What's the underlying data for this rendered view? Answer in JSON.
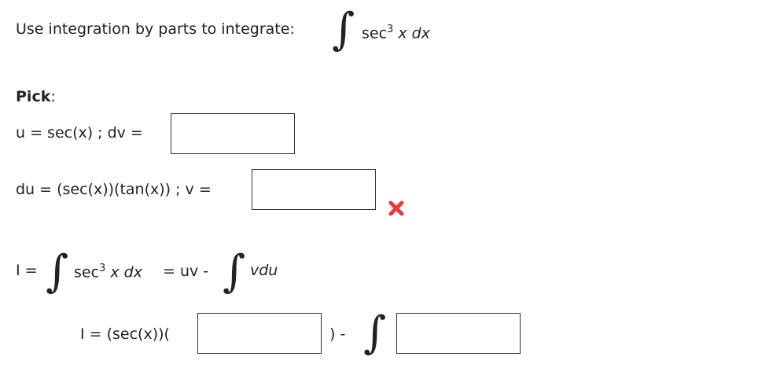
{
  "prompt": {
    "instruction": "Use integration by parts to integrate:",
    "integrand_base": "sec",
    "integrand_power": "3",
    "integrand_var": "x dx"
  },
  "pick_label": "Pick",
  "pick_colon": ":",
  "row_u": {
    "u_text": "u = sec(x) ; dv =",
    "dv_value": ""
  },
  "row_du": {
    "du_text": "du = (sec(x))(tan(x)) ; v =",
    "v_value": ""
  },
  "status": {
    "icon": "wrong-x-icon",
    "color": "#e8383d"
  },
  "formula": {
    "lhs": "I =",
    "integrand_base": "sec",
    "integrand_power": "3",
    "integrand_var": "x dx",
    "equals_uv": "= uv -",
    "vdu": "vdu"
  },
  "final_row": {
    "lhs": "I = (sec(x))(",
    "first_value": "",
    "minus": ") -",
    "second_value": ""
  }
}
